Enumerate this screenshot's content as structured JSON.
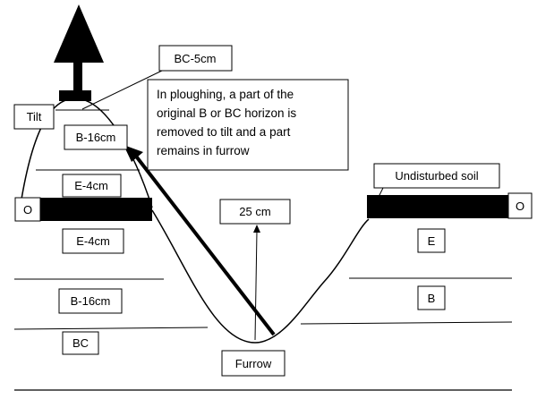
{
  "labels": {
    "bc_5cm": "BC-5cm",
    "tilt": "Tilt",
    "b_16cm_tilt": "B-16cm",
    "e_4cm_tilt": "E-4cm",
    "o_left": "O",
    "e_4cm_left": "E-4cm",
    "b_16cm_left": "B-16cm",
    "bc_left": "BC",
    "depth_25cm": "25 cm",
    "furrow": "Furrow",
    "undisturbed_soil": "Undisturbed soil",
    "o_right": "O",
    "e_right": "E",
    "b_right": "B"
  },
  "note": {
    "lines": [
      "In ploughing, a part of the",
      "original B or BC horizon is",
      "removed to tilt and a part",
      "remains in furrow"
    ]
  },
  "colors": {
    "line": "#000000",
    "box_fill": "#ffffff",
    "o_horizon": "#000000"
  }
}
